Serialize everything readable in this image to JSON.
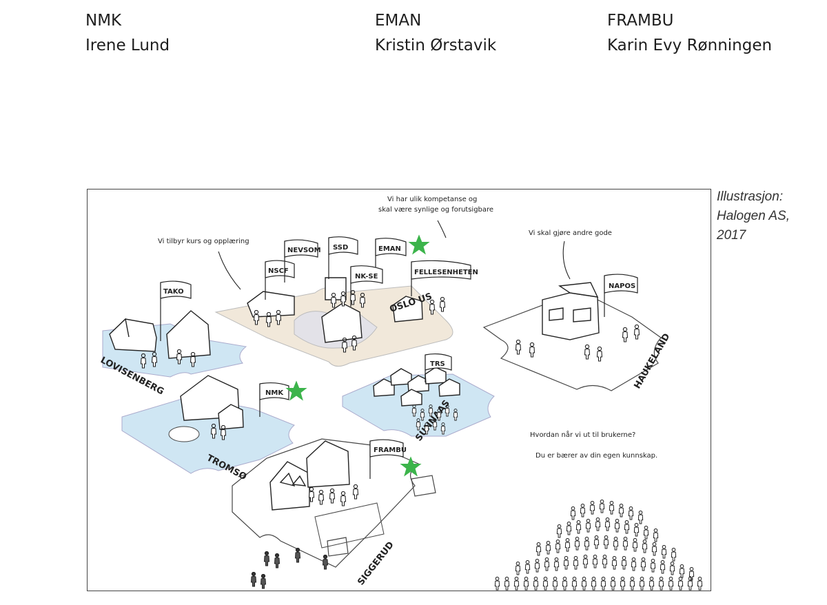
{
  "header": {
    "columns": [
      {
        "org": "NMK",
        "name": "Irene Lund"
      },
      {
        "org": "EMAN",
        "name": "Kristin Ørstavik"
      },
      {
        "org": "FRAMBU",
        "name": "Karin Evy Rønningen"
      }
    ]
  },
  "credit": {
    "line1": "Illustrasjon:",
    "line2": "Halogen AS,",
    "line3": "2017"
  },
  "illustration": {
    "bubbles": {
      "kurs": "Vi tilbyr kurs og opplæring",
      "kompetanse1": "Vi har ulik kompetanse og",
      "kompetanse2": "skal være synlige og forutsigbare",
      "gode": "Vi skal gjøre andre gode",
      "brukerne": "Hvordan når vi ut til brukerne?",
      "kunnskap": "Du er bærer av din egen kunnskap."
    },
    "flags": {
      "tako": "TAKO",
      "nscf": "NSCF",
      "nevsom": "NEVSOM",
      "ssd": "SSD",
      "eman": "EMAN",
      "nkse": "NK-SE",
      "fellesenheten": "FELLESENHETEN",
      "napos": "NAPOS",
      "trs": "TRS",
      "nmk": "NMK",
      "frambu": "FRAMBU"
    },
    "places": {
      "lovisenberg": "LOVISENBERG",
      "oslous": "OSLO US",
      "haukeland": "HAUKELAND",
      "tromso": "TROMSØ",
      "sunnaas": "SUNNAAS",
      "siggerud": "SIGGERUD"
    },
    "colors": {
      "star": "#3cb44b",
      "blue_tile": "#cfe6f3",
      "beige_tile": "#f1e8da",
      "white_tile": "#ffffff"
    }
  }
}
